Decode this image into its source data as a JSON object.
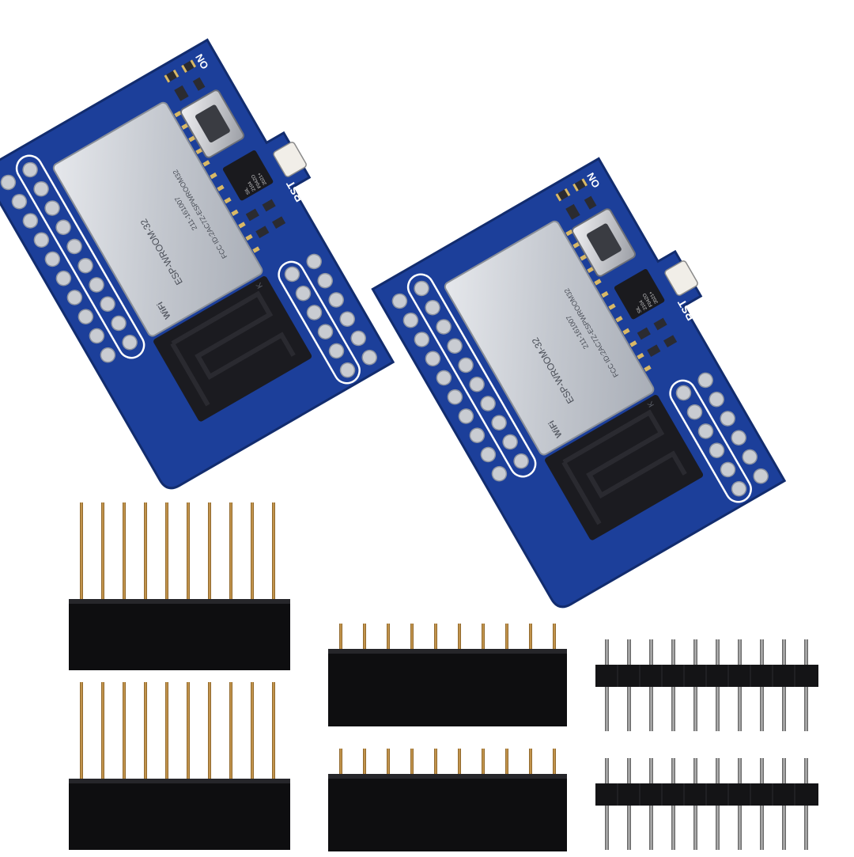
{
  "boards": {
    "count": 2,
    "silkscreen": {
      "on_label": "ON",
      "rst_label": "RST"
    },
    "module": {
      "name": "ESP-WROOM-32",
      "fcc_id": "FCC ID:2AC7Z-ESPWROOM32",
      "certification": "211-161007",
      "wifi_logo": "WiFi",
      "antenna_mark": "K"
    },
    "chip": {
      "line1": "SIL",
      "line2": "2104",
      "line3": "F04ZO",
      "line4": "2021+"
    }
  },
  "headers": {
    "long_female_rows": 2,
    "short_female_rows": 2,
    "male_rows": 2,
    "pins_per_row": 10
  },
  "colors": {
    "pcb_blue": "#1c3f9a",
    "pcb_edge": "#14307a",
    "shield_silver": "#c9cdd4",
    "antenna_black": "#1b1b20",
    "header_black": "#0e0e10",
    "pin_gold": "#b8863a",
    "pin_silver": "#9a9a9a"
  }
}
